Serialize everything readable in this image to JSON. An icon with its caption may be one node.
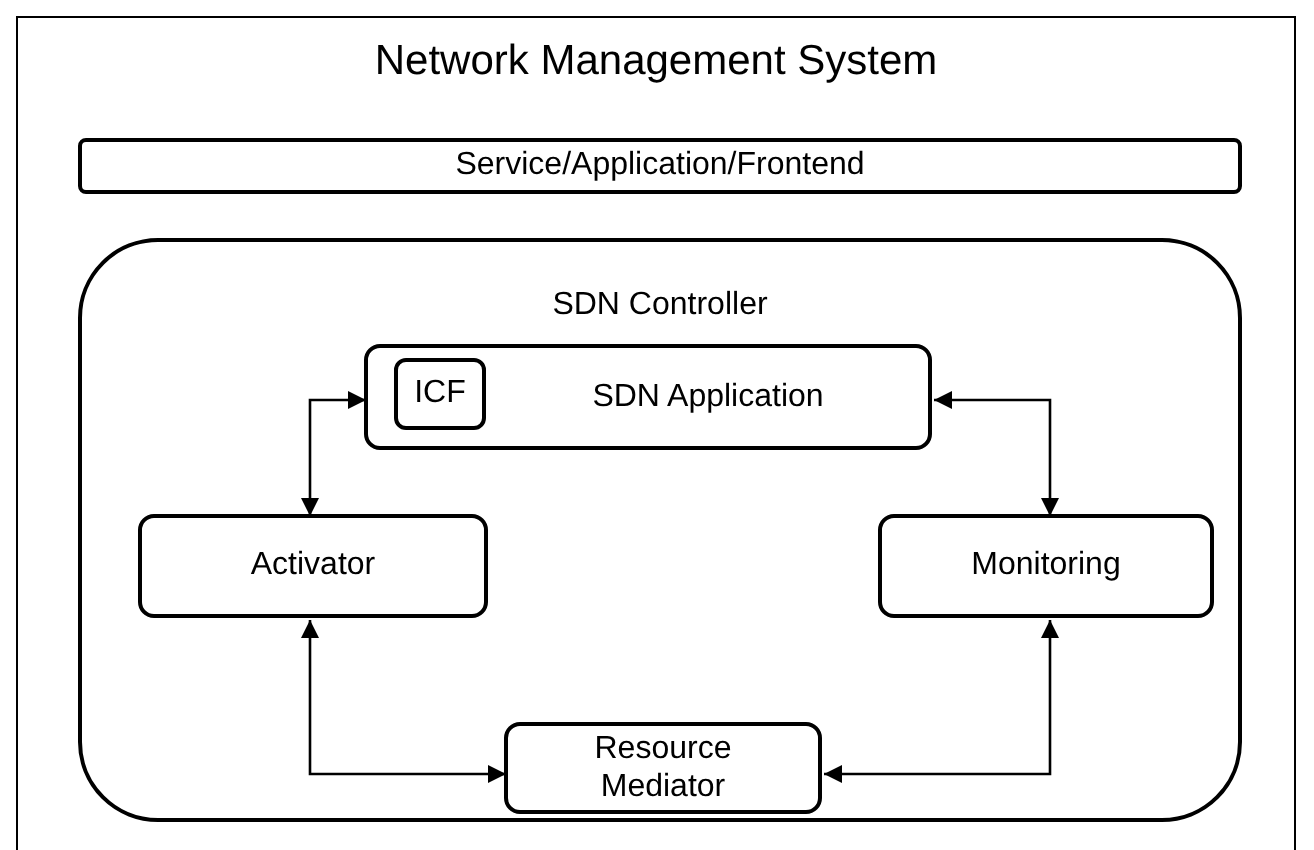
{
  "diagram": {
    "nodes": [
      {
        "text": [
          "Network Management System"
        ]
      },
      {
        "text": [
          "Service/Application/Frontend"
        ],
        "in": 0
      },
      {
        "text": [
          "SDN Controller"
        ],
        "in": 0
      },
      {
        "text": [
          "SDN Application"
        ],
        "in": 2
      },
      {
        "text": [
          "ICF"
        ],
        "in": 3
      },
      {
        "text": [
          "Activator"
        ],
        "in": 2
      },
      {
        "text": [
          "Monitoring"
        ],
        "in": 2
      },
      {
        "text": [
          "Resource Mediator"
        ],
        "in": 2
      }
    ],
    "edges": [
      {
        "from": 3,
        "to": 5,
        "arrow": "both"
      },
      {
        "from": 3,
        "to": 6,
        "arrow": "both"
      },
      {
        "from": 5,
        "to": 7,
        "arrow": "both"
      },
      {
        "from": 7,
        "to": 6,
        "arrow": "both"
      }
    ]
  }
}
